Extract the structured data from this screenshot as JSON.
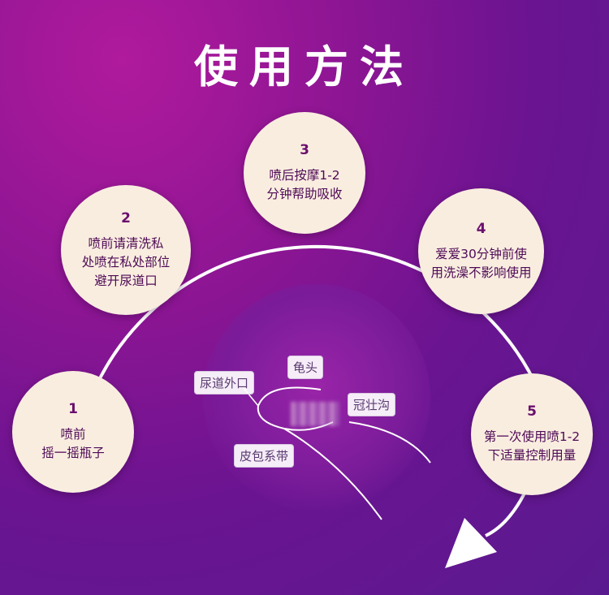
{
  "title": "使用方法",
  "steps": [
    {
      "num": "1",
      "lines": [
        "喷前",
        "摇一摇瓶子"
      ]
    },
    {
      "num": "2",
      "lines": [
        "喷前请清洗私",
        "处喷在私处部位",
        "避开尿道口"
      ]
    },
    {
      "num": "3",
      "lines": [
        "喷后按摩1-2",
        "分钟帮助吸收"
      ]
    },
    {
      "num": "4",
      "lines": [
        "爱爱30分钟前使",
        "用洗澡不影响使用"
      ]
    },
    {
      "num": "5",
      "lines": [
        "第一次使用喷1-2",
        "下适量控制用量"
      ]
    }
  ],
  "diagram_labels": {
    "urethra": "尿道外口",
    "glans": "龟头",
    "corona": "冠壮沟",
    "frenulum": "皮包系带"
  },
  "colors": {
    "circle_fill": "#f9ede0",
    "text": "#4e0a55",
    "arc": "#ffffff"
  }
}
